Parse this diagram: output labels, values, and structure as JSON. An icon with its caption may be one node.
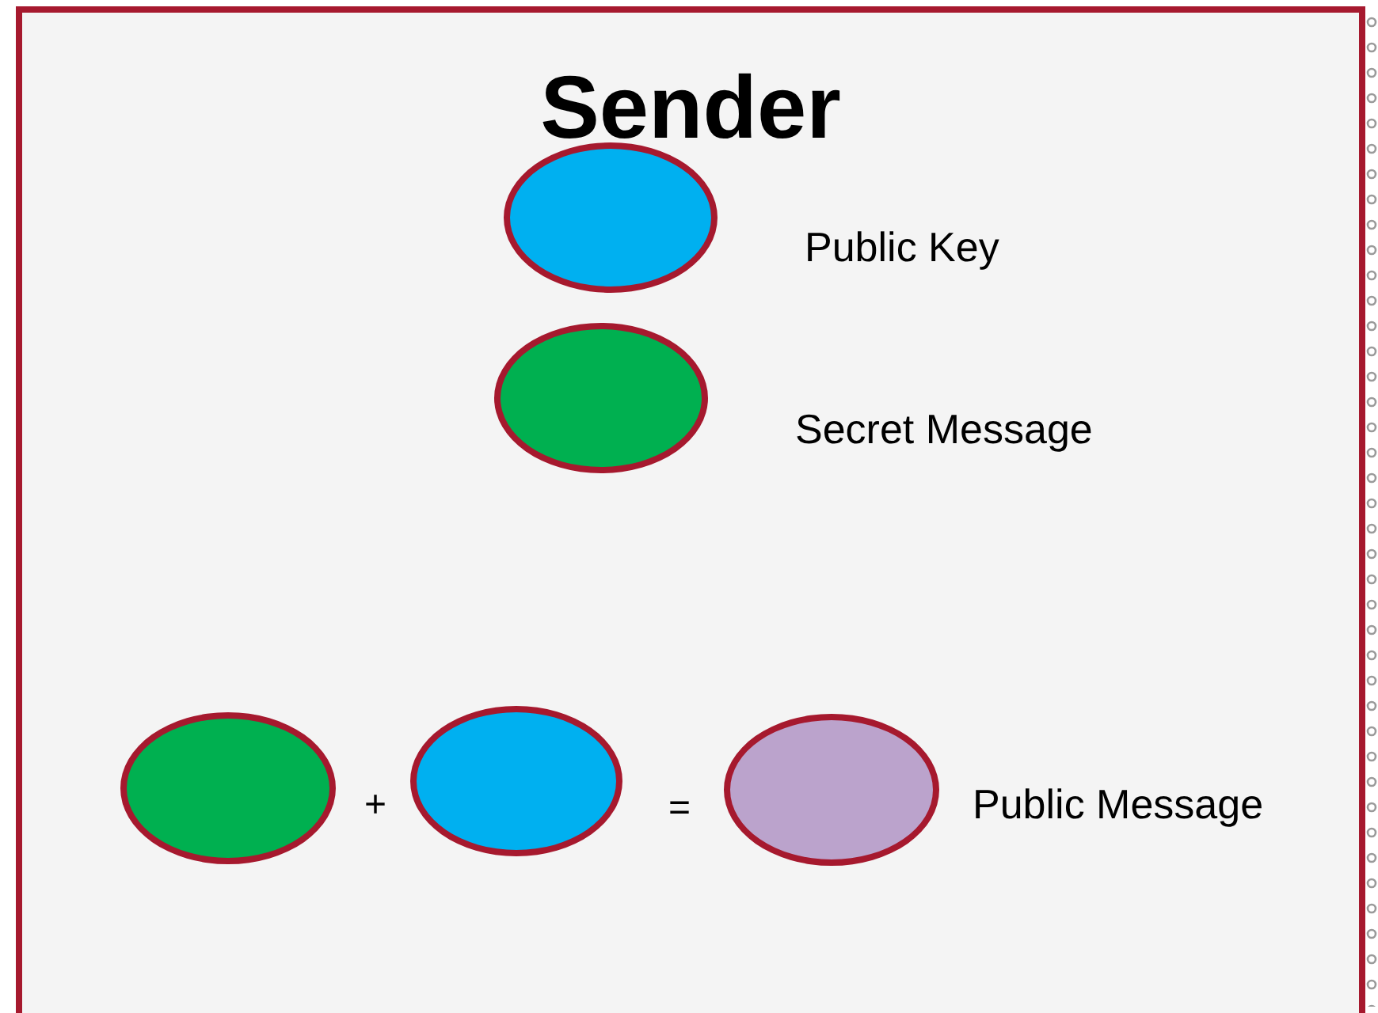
{
  "diagram": {
    "nodes": [
      {
        "text": [
          "Sender"
        ]
      },
      {
        "text": [],
        "shape": "circle",
        "in": 0,
        "beside": [
          "Public Key"
        ]
      },
      {
        "text": [],
        "shape": "circle",
        "in": 0,
        "beside": [
          "Secret Message"
        ]
      },
      {
        "text": [],
        "shape": "circle",
        "in": 0
      },
      {
        "text": [],
        "shape": "circle",
        "in": 0
      },
      {
        "text": [],
        "shape": "circle",
        "in": 0,
        "beside": [
          "Public Message"
        ]
      }
    ],
    "labels": [
      "+",
      "="
    ]
  }
}
